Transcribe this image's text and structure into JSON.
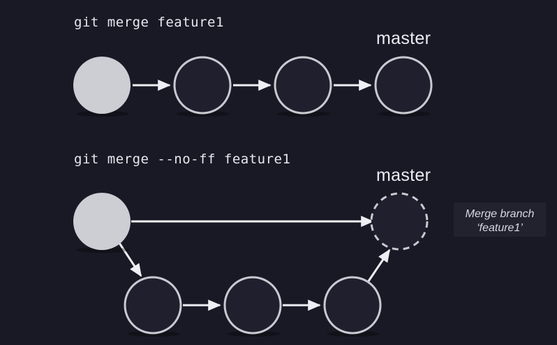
{
  "background_color": "#191925",
  "palette": {
    "node_fill": "#201f2d",
    "node_stroke": "#c9c9d1",
    "root_node_fill": "#cdcdd4",
    "edge": "#eeeef4",
    "text": "#e8e8ef",
    "annotation_box": "#22222f"
  },
  "sections": [
    {
      "command": "git merge feature1",
      "branch_label": "master",
      "nodes": [
        {
          "role": "root-commit",
          "style": "filled"
        },
        {
          "role": "commit",
          "style": "outlined"
        },
        {
          "role": "commit",
          "style": "outlined"
        },
        {
          "role": "head-commit",
          "style": "outlined"
        }
      ]
    },
    {
      "command": "git merge --no-ff feature1",
      "branch_label": "master",
      "nodes": [
        {
          "role": "root-commit",
          "style": "filled"
        },
        {
          "role": "merge-commit",
          "style": "dashed"
        },
        {
          "role": "feature-commit",
          "style": "outlined"
        },
        {
          "role": "feature-commit",
          "style": "outlined"
        },
        {
          "role": "feature-commit",
          "style": "outlined"
        }
      ],
      "annotation": {
        "line1": "Merge branch",
        "line2": "‘feature1’"
      }
    }
  ]
}
